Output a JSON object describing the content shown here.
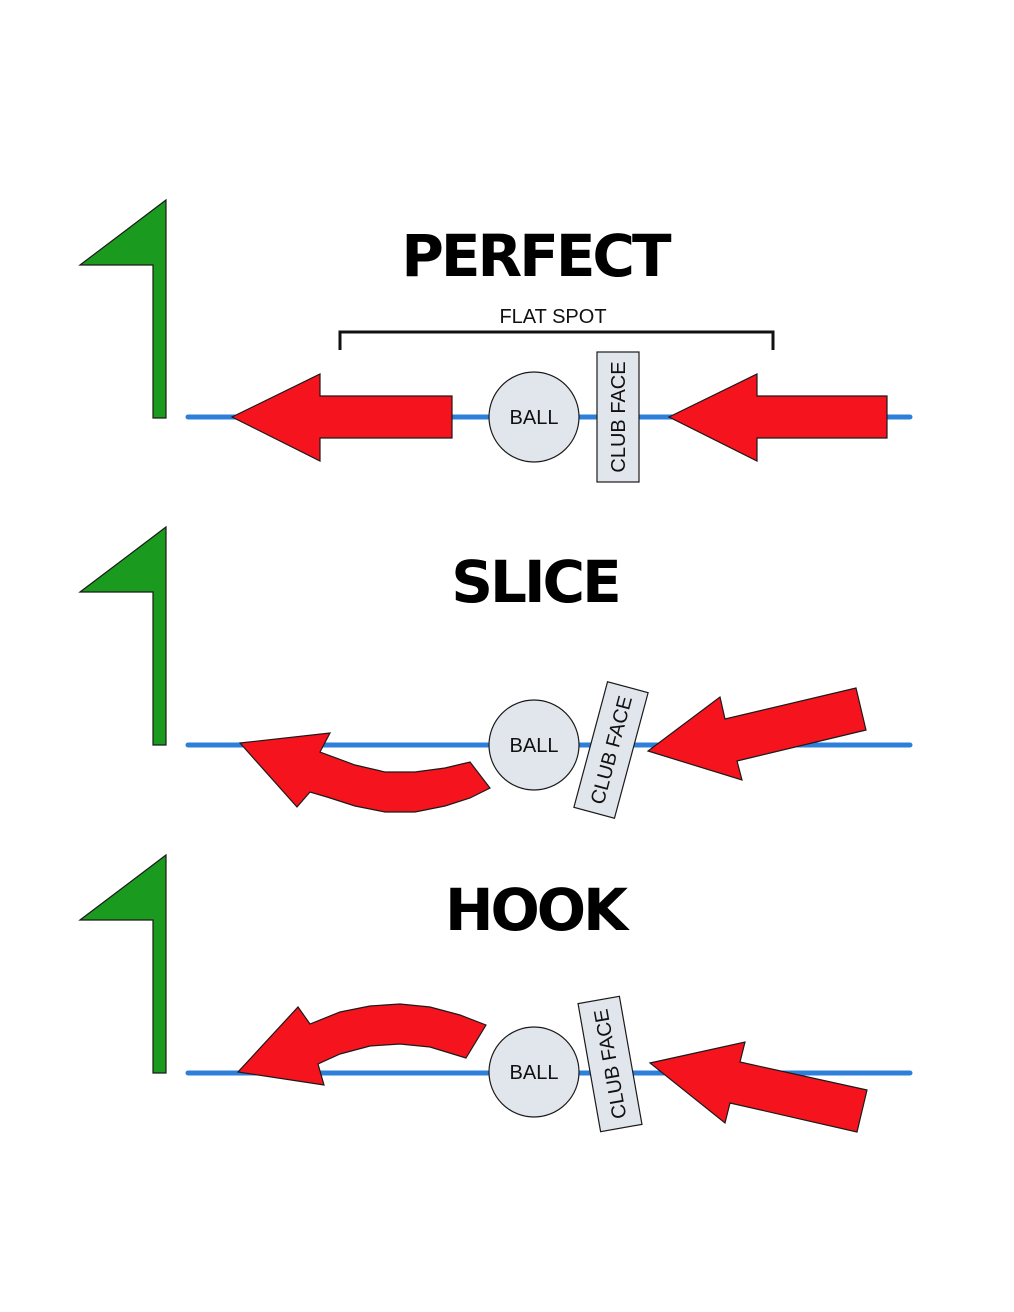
{
  "colors": {
    "flag": "#1a9a1f",
    "arrow": "#f5141e",
    "ground_line": "#2e7fd9",
    "ball_fill": "#e1e5ec",
    "club_face_fill": "#e1e5ec",
    "outline": "#1a1a1a"
  },
  "panels": [
    {
      "id": "perfect",
      "title": "PERFECT",
      "ball_label": "BALL",
      "club_face_label": "CLUB FACE",
      "bracket_label": "FLAT SPOT",
      "shot_shape": "straight"
    },
    {
      "id": "slice",
      "title": "SLICE",
      "ball_label": "BALL",
      "club_face_label": "CLUB FACE",
      "shot_shape": "curves-right"
    },
    {
      "id": "hook",
      "title": "HOOK",
      "ball_label": "BALL",
      "club_face_label": "CLUB FACE",
      "shot_shape": "curves-left"
    }
  ]
}
